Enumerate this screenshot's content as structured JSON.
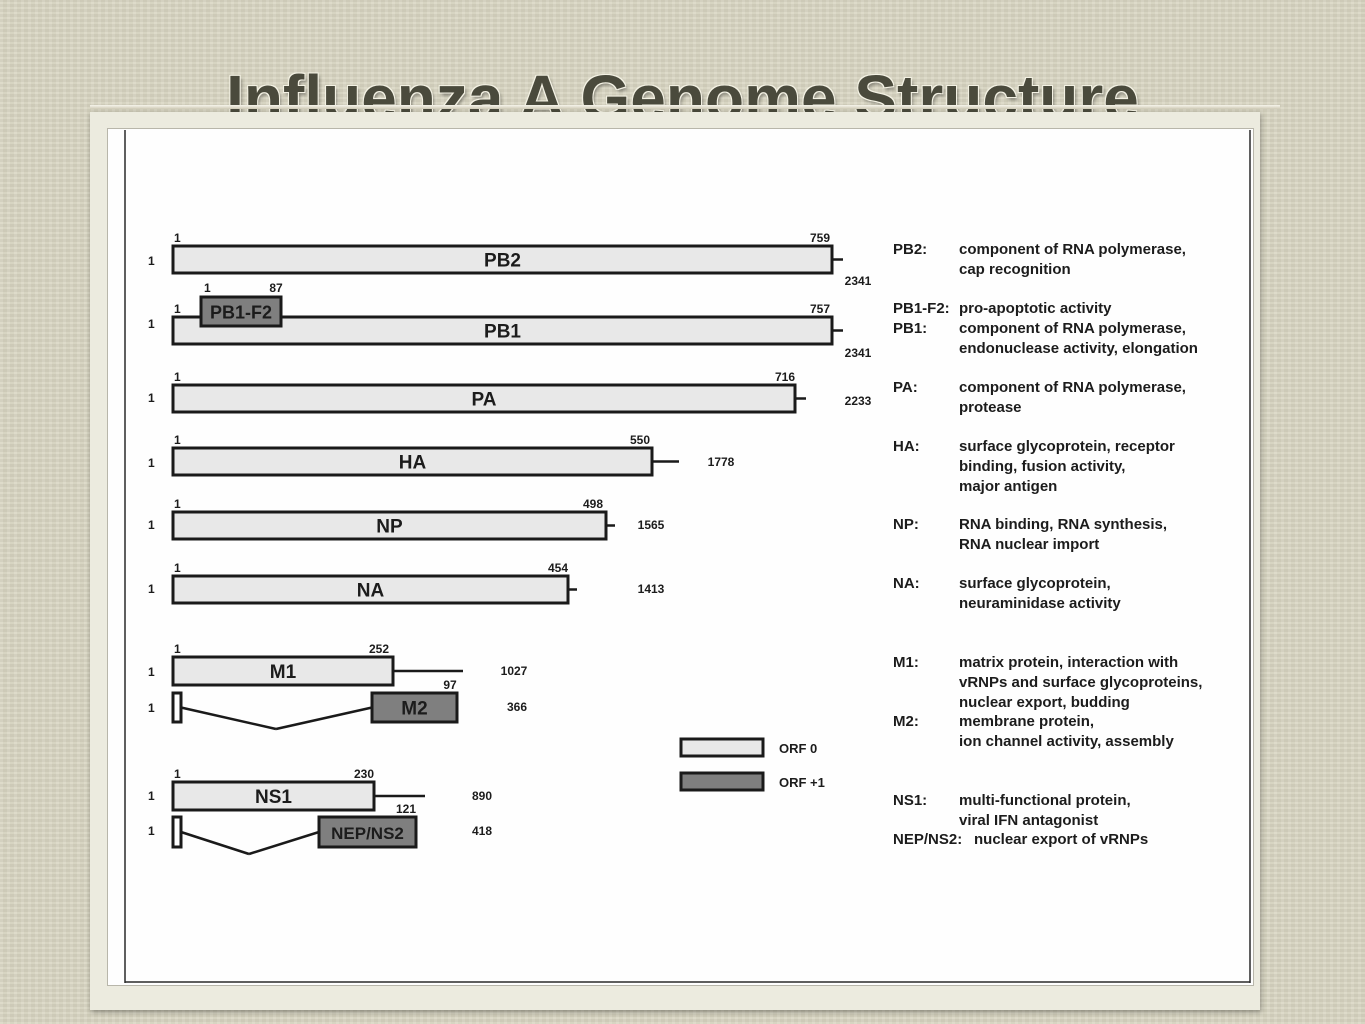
{
  "title": "Influenza A Genome Structure",
  "colors": {
    "orf0": "#e8e8e8",
    "orf1": "#7f7f7f",
    "outline": "#1a1a1a",
    "text": "#1c1c1c"
  },
  "segments": [
    {
      "id": "pb2",
      "start": "1",
      "name": "PB2",
      "aa": "759",
      "length": "2341"
    },
    {
      "id": "pb1",
      "start": "1",
      "name": "PB1",
      "aa": "757",
      "length": "2341",
      "inner": {
        "name": "PB1-F2",
        "start": "1",
        "aa": "87"
      }
    },
    {
      "id": "pa",
      "start": "1",
      "name": "PA",
      "aa": "716",
      "length": "2233"
    },
    {
      "id": "ha",
      "start": "1",
      "name": "HA",
      "aa": "550",
      "length": "1778"
    },
    {
      "id": "np",
      "start": "1",
      "name": "NP",
      "aa": "498",
      "length": "1565"
    },
    {
      "id": "na",
      "start": "1",
      "name": "NA",
      "aa": "454",
      "length": "1413"
    },
    {
      "id": "m1",
      "start": "1",
      "name": "M1",
      "aa": "252",
      "length": "1027"
    },
    {
      "id": "m2",
      "start": "1",
      "name": "M2",
      "aa": "97",
      "length": "366"
    },
    {
      "id": "ns1",
      "start": "1",
      "name": "NS1",
      "aa": "230",
      "length": "890"
    },
    {
      "id": "nep",
      "start": "1",
      "name": "NEP/NS2",
      "aa": "121",
      "length": "418"
    }
  ],
  "legend": [
    {
      "label": "ORF 0",
      "fill": "orf0"
    },
    {
      "label": "ORF +1",
      "fill": "orf1"
    }
  ],
  "descriptions": [
    {
      "key": "PB2:",
      "lines": [
        "component of RNA polymerase,",
        "cap recognition"
      ]
    },
    {
      "key": "PB1-F2:",
      "lines": [
        "pro-apoptotic activity"
      ]
    },
    {
      "key": "PB1:",
      "lines": [
        "component of RNA polymerase,",
        "endonuclease activity, elongation"
      ]
    },
    {
      "key": "PA:",
      "lines": [
        "component of RNA polymerase,",
        "protease"
      ]
    },
    {
      "key": "HA:",
      "lines": [
        "surface glycoprotein, receptor",
        "binding, fusion activity,",
        "major antigen"
      ]
    },
    {
      "key": "NP:",
      "lines": [
        "RNA binding, RNA synthesis,",
        "RNA nuclear import"
      ]
    },
    {
      "key": "NA:",
      "lines": [
        "surface glycoprotein,",
        "neuraminidase activity"
      ]
    },
    {
      "key": "M1:",
      "lines": [
        "matrix protein, interaction with",
        "vRNPs and surface glycoproteins,",
        "nuclear export, budding"
      ]
    },
    {
      "key": "M2:",
      "lines": [
        "membrane protein,",
        "ion channel activity, assembly"
      ]
    },
    {
      "key": "NS1:",
      "lines": [
        "multi-functional protein,",
        "viral IFN antagonist"
      ]
    },
    {
      "key": "NEP/NS2:",
      "lines": [
        "nuclear export of vRNPs"
      ]
    }
  ]
}
